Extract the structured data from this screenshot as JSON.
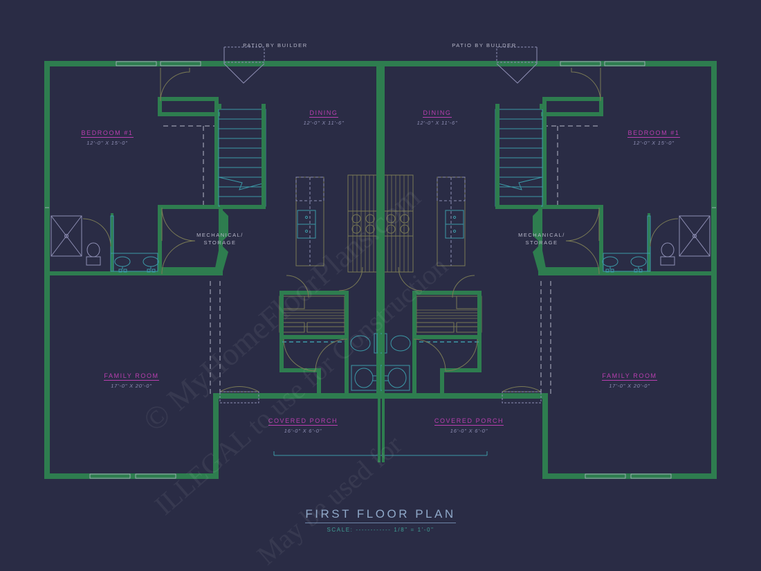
{
  "drawing": {
    "title": "FIRST FLOOR PLAN",
    "scale_label": "SCALE: ------------ 1/8\" = 1'-0\"",
    "background_color": "#2a2c45",
    "wall_color": "#2e7d4f",
    "fixture_color": "#3c9aa8",
    "label_color": "#b93fb0",
    "dim_color": "#8f8fb5",
    "note_color": "#b7b7c9",
    "cabinet_color": "#7a7a55",
    "title_color": "#8fa8c8"
  },
  "watermark": {
    "line1": "© MyHomeFloorPlans.com",
    "line2": "ILLEGAL to use for Construction",
    "line3": "May be used for"
  },
  "units": [
    {
      "id": "left-unit",
      "mirrored": false,
      "patio_note": "PATIO BY BUILDER",
      "rooms": [
        {
          "name": "BEDROOM #1",
          "dim": "12'-0\" X 15'-0\""
        },
        {
          "name": "DINING",
          "dim": "12'-0\" X 11'-6\""
        },
        {
          "name": "FAMILY ROOM",
          "dim": "17'-0\" X 20'-0\""
        },
        {
          "name": "COVERED PORCH",
          "dim": "16'-0\" X 6'-0\""
        }
      ],
      "notes": [
        "MECHANICAL/",
        "STORAGE"
      ]
    },
    {
      "id": "right-unit",
      "mirrored": true,
      "patio_note": "PATIO BY BUILDER",
      "rooms": [
        {
          "name": "BEDROOM #1",
          "dim": "12'-0\" X 15'-0\""
        },
        {
          "name": "DINING",
          "dim": "12'-0\" X 11'-6\""
        },
        {
          "name": "FAMILY ROOM",
          "dim": "17'-0\" X 20'-0\""
        },
        {
          "name": "COVERED PORCH",
          "dim": "16'-0\" X 6'-0\""
        }
      ],
      "notes": [
        "MECHANICAL/",
        "STORAGE"
      ]
    }
  ]
}
